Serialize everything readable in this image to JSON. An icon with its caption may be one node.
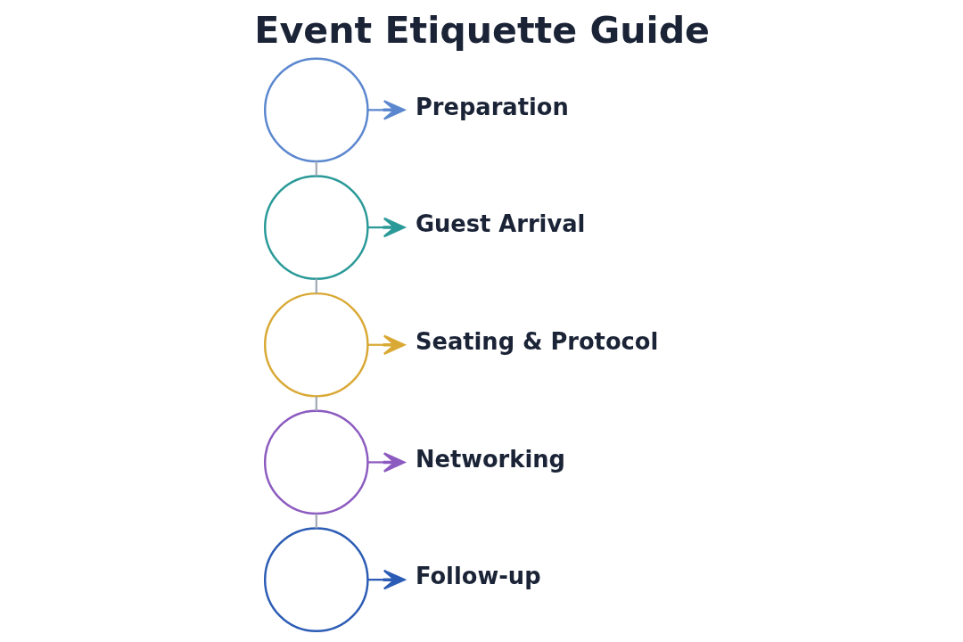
{
  "diagram": {
    "title": "Event Etiquette Guide",
    "nodes": [
      {
        "text": [],
        "shape": "circle"
      },
      {
        "text": [
          "Preparation"
        ]
      },
      {
        "text": [],
        "shape": "circle"
      },
      {
        "text": [
          "Guest Arrival"
        ]
      },
      {
        "text": [],
        "shape": "circle"
      },
      {
        "text": [
          "Seating & Protocol"
        ]
      },
      {
        "text": [],
        "shape": "circle"
      },
      {
        "text": [
          "Networking"
        ]
      },
      {
        "text": [],
        "shape": "circle"
      },
      {
        "text": [
          "Follow-up"
        ]
      }
    ],
    "edges": [
      {
        "from": 0,
        "to": 1,
        "arrow": "to",
        "color": "#5b87cf"
      },
      {
        "from": 0,
        "to": 2,
        "arrow": "none"
      },
      {
        "from": 2,
        "to": 3,
        "arrow": "to",
        "color": "#2a9a98"
      },
      {
        "from": 2,
        "to": 4,
        "arrow": "none"
      },
      {
        "from": 4,
        "to": 5,
        "arrow": "to",
        "color": "#d9a935"
      },
      {
        "from": 4,
        "to": 6,
        "arrow": "none"
      },
      {
        "from": 6,
        "to": 7,
        "arrow": "to",
        "color": "#8c5bc0"
      },
      {
        "from": 6,
        "to": 8,
        "arrow": "none"
      },
      {
        "from": 8,
        "to": 9,
        "arrow": "to",
        "color": "#2c5cb5"
      }
    ]
  }
}
